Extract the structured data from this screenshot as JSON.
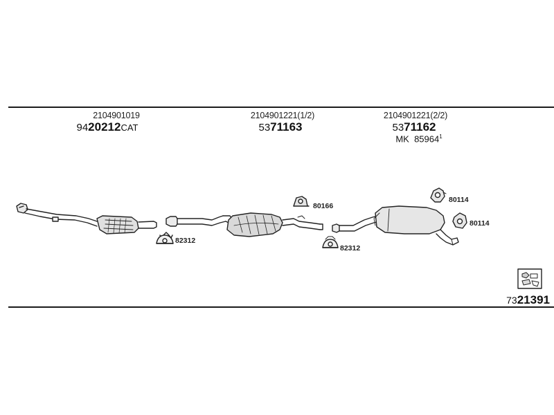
{
  "groups": [
    {
      "oem": "2104901019",
      "part_prefix": "94",
      "part_main": "20212",
      "part_suffix": "CAT"
    },
    {
      "oem": "2104901221(1/2)",
      "part_prefix": "53",
      "part_main": "71163",
      "part_suffix": ""
    },
    {
      "oem": "2104901221(2/2)",
      "part_prefix": "53",
      "part_main": "71162",
      "part_suffix": "",
      "mk_prefix": "MK",
      "mk_number": "85964",
      "mk_sup": "1"
    }
  ],
  "accessories": {
    "clamp_1": "82312",
    "mount_1": "80166",
    "clamp_2": "82312",
    "mount_2": "80114",
    "mount_3": "80114"
  },
  "footer": {
    "code_prefix": "73",
    "code_main": "21391"
  }
}
